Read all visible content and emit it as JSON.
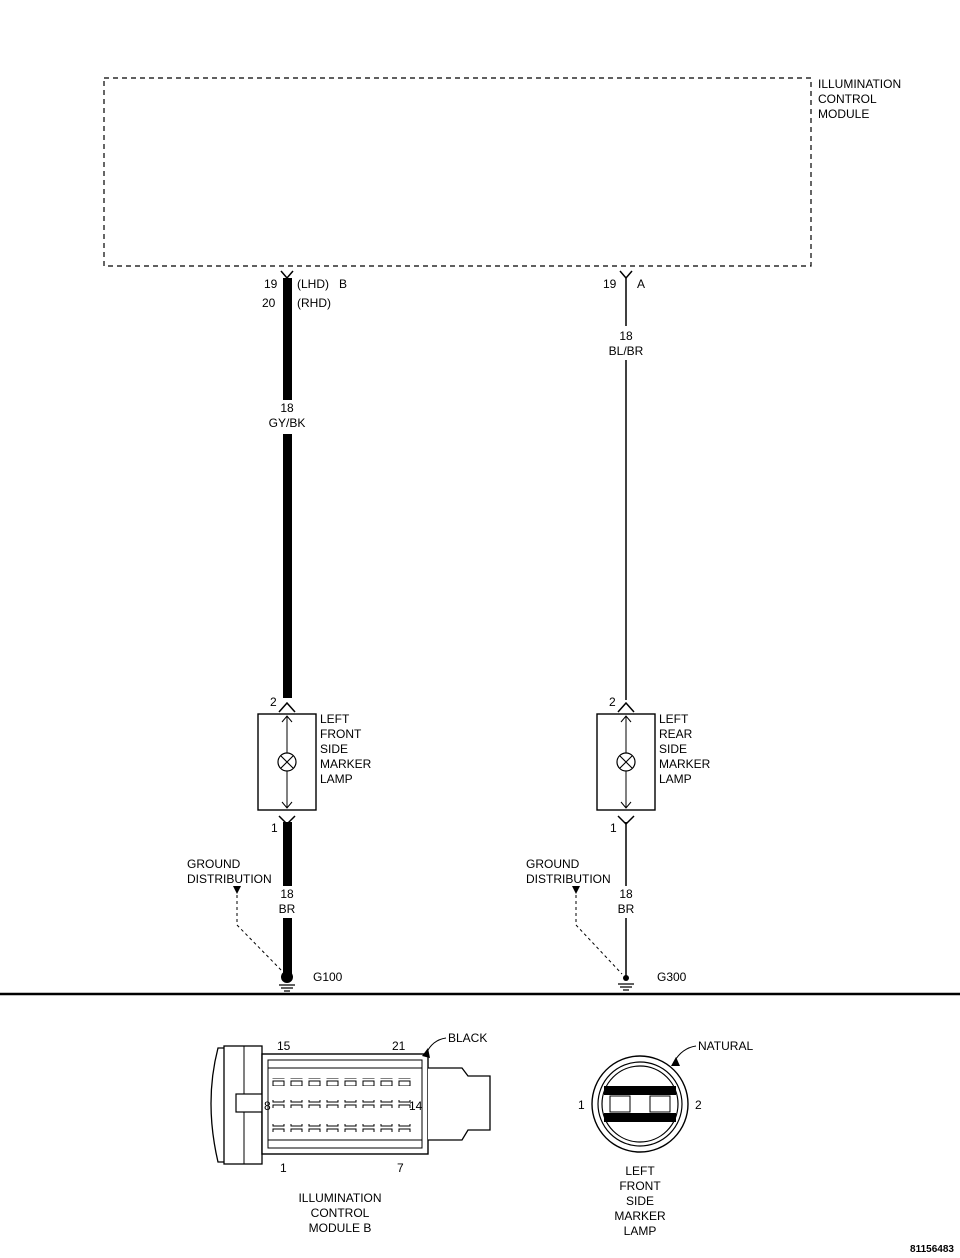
{
  "module": {
    "name_lines": [
      "ILLUMINATION",
      "CONTROL",
      "MODULE"
    ]
  },
  "left_circuit": {
    "pin_lhd": "19",
    "lhd": "(LHD)",
    "pin_rhd": "20",
    "rhd": "(RHD)",
    "connector": "B",
    "gauge": "18",
    "color": "GY/BK",
    "lamp_pin_top": "2",
    "lamp_pin_bottom": "1",
    "lamp_lines": [
      "LEFT",
      "FRONT",
      "SIDE",
      "MARKER",
      "LAMP"
    ],
    "ground_lines": [
      "GROUND",
      "DISTRIBUTION"
    ],
    "ground_gauge": "18",
    "ground_color": "BR",
    "ground_id": "G100"
  },
  "right_circuit": {
    "pin": "19",
    "connector": "A",
    "gauge": "18",
    "color": "BL/BR",
    "lamp_pin_top": "2",
    "lamp_pin_bottom": "1",
    "lamp_lines": [
      "LEFT",
      "REAR",
      "SIDE",
      "MARKER",
      "LAMP"
    ],
    "ground_lines": [
      "GROUND",
      "DISTRIBUTION"
    ],
    "ground_gauge": "18",
    "ground_color": "BR",
    "ground_id": "G300"
  },
  "connector_views": {
    "module_connector": {
      "color_label": "BLACK",
      "pin_15": "15",
      "pin_21": "21",
      "pin_8": "8",
      "pin_14": "14",
      "pin_1": "1",
      "pin_7": "7",
      "name_lines": [
        "ILLUMINATION",
        "CONTROL",
        "MODULE B"
      ]
    },
    "lamp_connector": {
      "color_label": "NATURAL",
      "pin_1": "1",
      "pin_2": "2",
      "name_lines": [
        "LEFT",
        "FRONT",
        "SIDE",
        "MARKER",
        "LAMP"
      ]
    }
  },
  "figure_number": "81156483"
}
